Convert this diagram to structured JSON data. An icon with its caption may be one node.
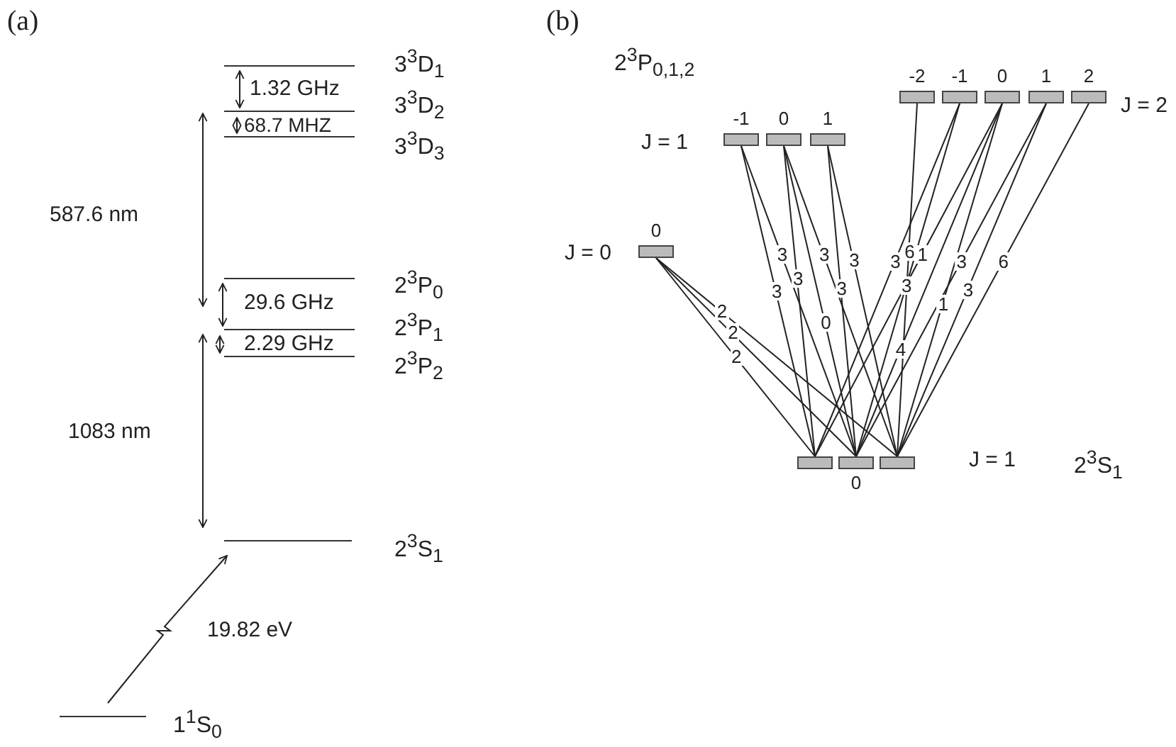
{
  "diagram": {
    "nodes": [
      {
        "text": [
          "3$^{3}$D$_{1}$"
        ]
      },
      {
        "text": [
          "3$^{3}$D$_{2}$"
        ]
      },
      {
        "text": [
          "3$^{3}$D$_{3}$"
        ]
      },
      {
        "text": [
          "2$^{3}$P$_{0}$"
        ]
      },
      {
        "text": [
          "2$^{3}$P$_{1}$"
        ]
      },
      {
        "text": [
          "2$^{3}$P$_{2}$"
        ]
      },
      {
        "text": [
          "2$^{3}$S$_{1}$"
        ]
      },
      {
        "text": [
          "1$^{1}$S$_{0}$"
        ]
      },
      {
        "text": [
          "0"
        ]
      },
      {
        "text": [
          "-1"
        ]
      },
      {
        "text": [
          "0"
        ]
      },
      {
        "text": [
          "1"
        ]
      },
      {
        "text": [
          "-2"
        ]
      },
      {
        "text": [
          "-1"
        ]
      },
      {
        "text": [
          "0"
        ]
      },
      {
        "text": [
          "1"
        ]
      },
      {
        "text": [
          "2"
        ]
      },
      {
        "text": [],
        "shape": "box"
      },
      {
        "text": [
          "0"
        ]
      },
      {
        "text": [],
        "shape": "box"
      }
    ],
    "edges": [
      {
        "from": 4,
        "to": 1,
        "arrow": "both",
        "label": "587.6 nm"
      },
      {
        "from": 6,
        "to": 4,
        "arrow": "both",
        "label": "1083 nm"
      },
      {
        "from": 7,
        "to": 6,
        "arrow": "to",
        "label": "19.82 eV"
      },
      {
        "from": 8,
        "to": 17,
        "arrow": "none",
        "label": "2"
      },
      {
        "from": 8,
        "to": 18,
        "arrow": "none",
        "label": "2"
      },
      {
        "from": 8,
        "to": 19,
        "arrow": "none",
        "label": "2"
      },
      {
        "from": 9,
        "to": 17,
        "arrow": "none",
        "label": "3"
      },
      {
        "from": 9,
        "to": 18,
        "arrow": "none",
        "label": "3"
      },
      {
        "from": 10,
        "to": 17,
        "arrow": "none",
        "label": "3"
      },
      {
        "from": 10,
        "to": 18,
        "arrow": "none",
        "label": "0"
      },
      {
        "from": 10,
        "to": 19,
        "arrow": "none",
        "label": "3"
      },
      {
        "from": 11,
        "to": 18,
        "arrow": "none",
        "label": "3"
      },
      {
        "from": 11,
        "to": 19,
        "arrow": "none",
        "label": "3"
      },
      {
        "from": 12,
        "to": 19,
        "arrow": "none",
        "label": "6"
      },
      {
        "from": 13,
        "to": 17,
        "arrow": "none",
        "label": "3"
      },
      {
        "from": 13,
        "to": 18,
        "arrow": "none",
        "label": "3"
      },
      {
        "from": 14,
        "to": 17,
        "arrow": "none",
        "label": "1"
      },
      {
        "from": 14,
        "to": 18,
        "arrow": "none",
        "label": "4"
      },
      {
        "from": 14,
        "to": 19,
        "arrow": "none",
        "label": "1"
      },
      {
        "from": 15,
        "to": 18,
        "arrow": "none",
        "label": "3"
      },
      {
        "from": 15,
        "to": 19,
        "arrow": "none",
        "label": "3"
      },
      {
        "from": 16,
        "to": 19,
        "arrow": "none",
        "label": "6"
      }
    ],
    "labels": [
      "(a)",
      "(b)",
      "2$^{3}$P$_{0,1,2}$",
      "1.32 GHz",
      "68.7 MHZ",
      "J = 1",
      "J = 2",
      "J = 0",
      "29.6 GHz",
      "2.29 GHz",
      "J = 1",
      "2$^{3}$S$_{1}$"
    ]
  }
}
